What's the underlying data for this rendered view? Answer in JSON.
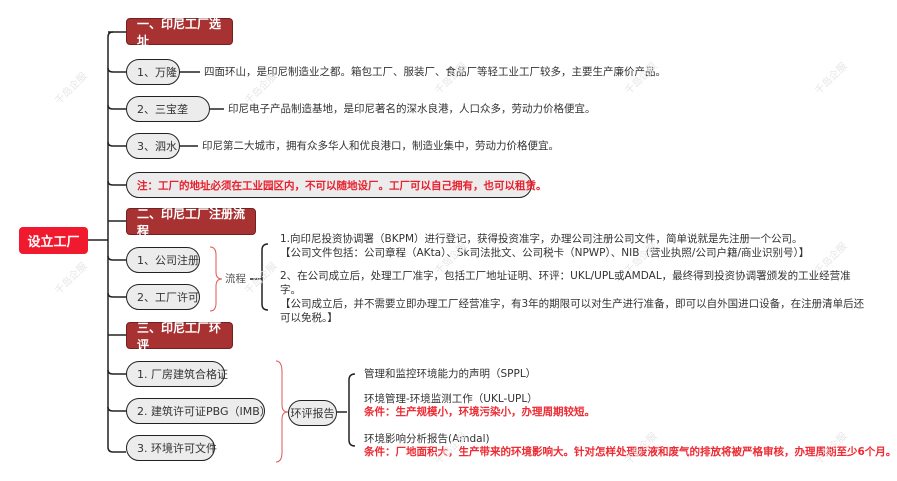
{
  "root": {
    "label": "设立工厂",
    "color": "#f0192e"
  },
  "sections": [
    {
      "title": "一、印尼工厂选址",
      "items": [
        {
          "label": "1、万隆",
          "desc": "四面环山，是印尼制造业之都。箱包工厂、服装厂、食品厂等轻工业工厂较多，主要生产廉价产品。"
        },
        {
          "label": "2、三宝垄",
          "desc": "印尼电子产品制造基地，是印尼著名的深水良港，人口众多，劳动力价格便宜。"
        },
        {
          "label": "3、泗水",
          "desc": "印尼第二大城市，拥有众多华人和优良港口，制造业集中，劳动力价格便宜。"
        }
      ],
      "note": "注：工厂的地址必须在工业园区内，不可以随地设厂。工厂可以自己拥有，也可以租赁。"
    },
    {
      "title": "二、印尼工厂注册流程",
      "items": [
        {
          "label": "1、公司注册"
        },
        {
          "label": "2、工厂许可"
        }
      ],
      "group_label": "流程",
      "details": [
        "1.向印尼投资协调署（BKPM）进行登记，获得投资准字，办理公司注册公司文件，简单说就是先注册一个公司。",
        "【公司文件包括：公司章程（AKta）、Sk司法批文、公司税卡（NPWP）、NIB（营业执照/公司户籍/商业识别号）】",
        "2、在公司成立后，处理工厂准字，包括工厂地址证明、环评：UKL/UPL或AMDAL，最终得到投资协调署颁发的工业经营准",
        "字。",
        "【公司成立后，并不需要立即办理工厂经营准字，有3年的期限可以对生产进行准备，即可以自外国进口设备，在注册清单后还",
        "可以免税。】"
      ]
    },
    {
      "title": "三、印尼工厂环评",
      "items": [
        {
          "label": "1. 厂房建筑合格证"
        },
        {
          "label": "2. 建筑许可证PBG（IMB）"
        },
        {
          "label": "3. 环境许可文件"
        }
      ],
      "group_label": "环评报告",
      "reports": [
        {
          "name": "管理和监控环境能力的声明（SPPL）",
          "condition": ""
        },
        {
          "name": "环境管理-环境监测工作（UKL-UPL）",
          "condition": "条件：生产规模小，环境污染小，办理周期较短。"
        },
        {
          "name": "环境影响分析报告(Amdal)",
          "condition": "条件：厂地面积大，生产带来的环境影响大。针对怎样处理废液和废气的排放将被严格审核，办理周期至少6个月。"
        }
      ]
    }
  ],
  "colors": {
    "section_bg": "#a83132",
    "pill_bg": "#ececec",
    "note_text": "#e8212e",
    "brace": "#e05555"
  },
  "watermark": "千岛企服"
}
